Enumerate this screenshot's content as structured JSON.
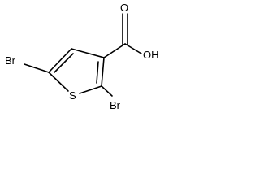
{
  "molecule": {
    "atoms": {
      "bromine_left": "Br",
      "bromine_right": "Br",
      "sulfur": "S",
      "hydroxyl": "OH",
      "carbonyl_oxygen": "O"
    }
  }
}
